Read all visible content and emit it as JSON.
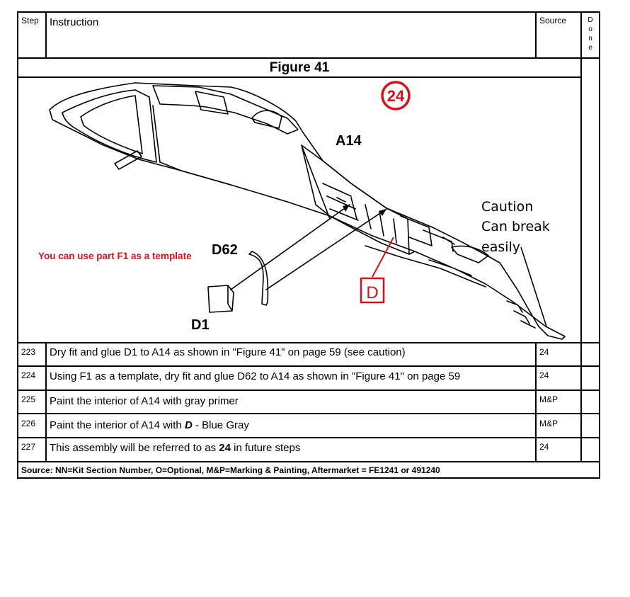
{
  "header": {
    "step": "Step",
    "instruction": "Instruction",
    "source": "Source",
    "done_letters": [
      "D",
      "o",
      "n",
      "e"
    ]
  },
  "figure": {
    "title": "Figure 41",
    "assembly_badge": "24",
    "part_a14": "A14",
    "part_d62": "D62",
    "part_d1": "D1",
    "paint_callout": "D",
    "template_note": "You can use part F1 as a template",
    "caution_lines": [
      "Caution",
      "Can break",
      "easily"
    ],
    "colors": {
      "red": "#d4121b",
      "line": "#000000"
    }
  },
  "steps": [
    {
      "num": "223",
      "instruction": [
        "Dry fit and glue D1 to A14 as shown in \"Figure 41\" on page 59 (see caution)"
      ],
      "source": "24"
    },
    {
      "num": "224",
      "instruction": [
        "Using F1 as a template, dry fit and glue D62 to A14 as shown in \"Figure 41\" on page 59"
      ],
      "source": "24"
    },
    {
      "num": "225",
      "instruction": [
        "Paint the interior of A14 with gray primer"
      ],
      "source": "M&P"
    },
    {
      "num": "226",
      "instruction": [
        "Paint the interior of A14 with ",
        "D",
        " - Blue Gray"
      ],
      "source": "M&P"
    },
    {
      "num": "227",
      "instruction": [
        "This assembly will be referred to as ",
        "24",
        " in future steps"
      ],
      "source": "24"
    }
  ],
  "footer": "Source: NN=Kit Section Number, O=Optional, M&P=Marking & Painting, Aftermarket = FE1241 or 491240"
}
